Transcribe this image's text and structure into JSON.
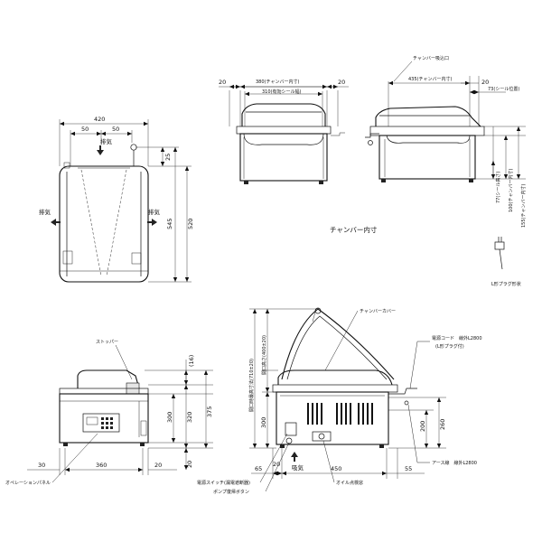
{
  "top_view": {
    "dims": [
      "420",
      "50",
      "50",
      "25",
      "545",
      "520"
    ],
    "labels": {
      "exhaust_top": "排気",
      "exhaust_left": "排気",
      "exhaust_right": "排気"
    }
  },
  "chamber_front": {
    "dims": [
      "20",
      "380(チャンバー内寸)",
      "20",
      "310(有効シール幅)"
    ]
  },
  "chamber_side": {
    "dims": [
      "チャンバー吸込口",
      "435(チャンバー内寸)",
      "20",
      "73(シール位置)",
      "77(シール高さ)",
      "100(チャンバー内寸)",
      "155(チャンバー内寸)"
    ]
  },
  "chamber_caption": "チャンバー内寸",
  "plug_caption": "L形プラグ形状",
  "front_view": {
    "labels": {
      "stopper": "ストッパー",
      "operation_panel": "オペレーションパネル"
    },
    "dims": [
      "(16)",
      "300",
      "320",
      "375",
      "20",
      "30",
      "360",
      "20"
    ]
  },
  "side_view": {
    "labels": {
      "chamber_cover": "チャンバーカバー",
      "power_cord": "電源コード　線外L2800",
      "plug_note": "(L形プラグ付)",
      "earth_wire": "アース線　線外L2800",
      "power_switch": "電源スイッチ(漏電遮断器)",
      "pump_button": "ポンプ復帰ボタン",
      "oil_window": "オイル点検窓",
      "intake": "吸気"
    },
    "dims": [
      "開口時最高寸法(710±20)",
      "開口高さ(400±20)",
      "300",
      "200",
      "260",
      "65",
      "20",
      "450",
      "55"
    ]
  }
}
